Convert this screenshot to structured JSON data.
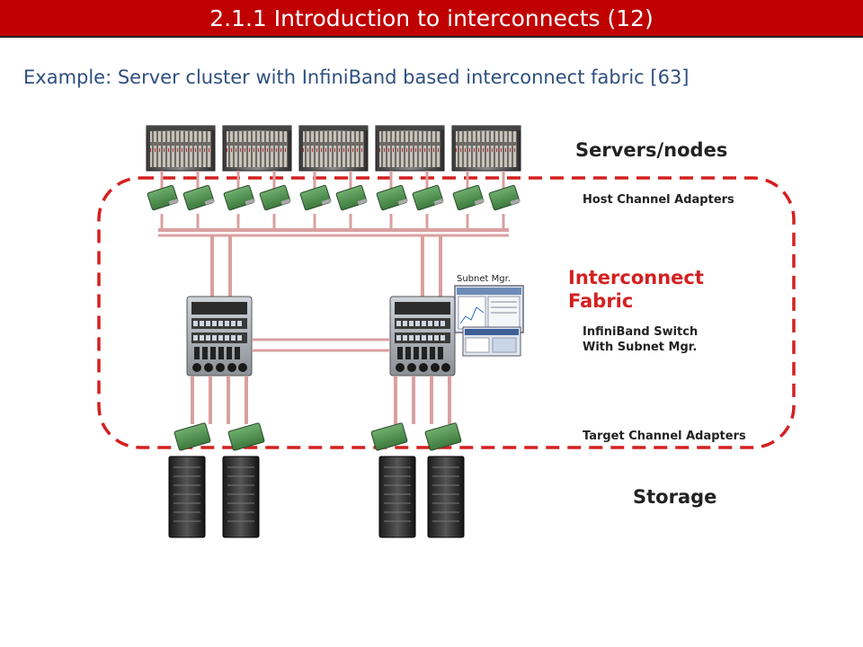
{
  "slide": {
    "title": "2.1.1 Introduction to interconnects (12)",
    "subtitle": "Example: Server cluster with InfiniBand based interconnect fabric [63]"
  },
  "labels": {
    "servers": "Servers/nodes",
    "host_adapters": "Host Channel Adapters",
    "fabric_line1": "Interconnect",
    "fabric_line2": "Fabric",
    "switch_line1": "InfiniBand Switch",
    "switch_line2": "With Subnet Mgr.",
    "subnet_mgr": "Subnet Mgr.",
    "target_adapters": "Target Channel Adapters",
    "storage": "Storage"
  },
  "colors": {
    "title_band": "#c00000",
    "accent_red": "#d42020",
    "link_red": "#d9a0a0",
    "subtitle_blue": "#2f4f7f"
  }
}
